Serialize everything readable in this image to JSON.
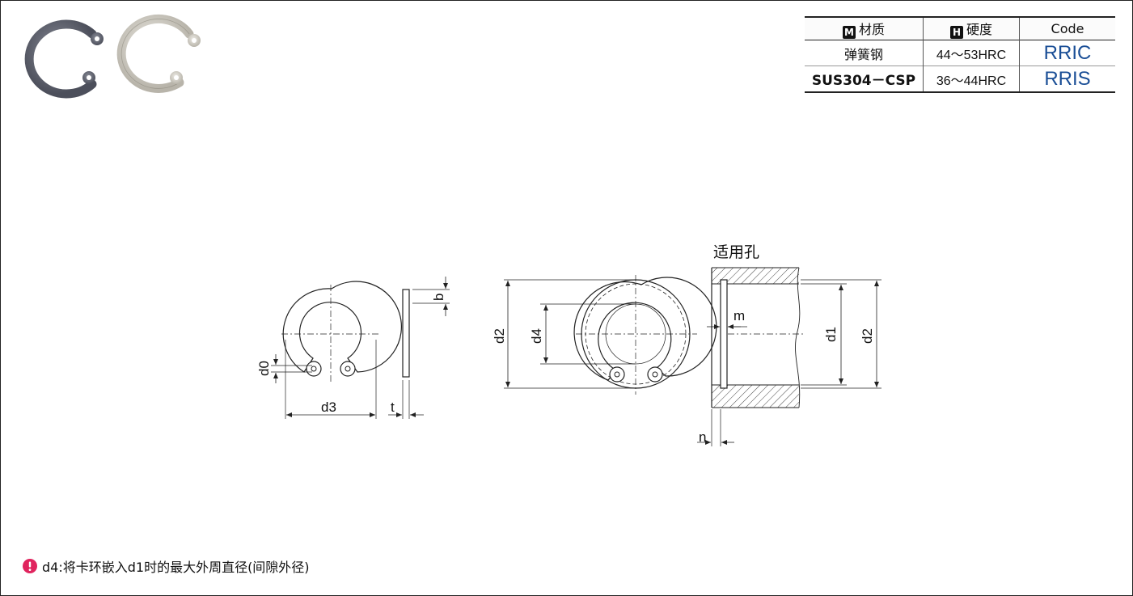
{
  "spec_table": {
    "headers": {
      "material": {
        "badge": "M",
        "label": "材质"
      },
      "hardness": {
        "badge": "H",
        "label": "硬度"
      },
      "code": {
        "label": "Code"
      }
    },
    "rows": [
      {
        "material": "弹簧钢",
        "hardness": "44～53HRC",
        "code": "RRIC"
      },
      {
        "material": "SUS304－CSP",
        "hardness": "36～44HRC",
        "code": "RRIS"
      }
    ]
  },
  "drawing": {
    "hole_title": "适用孔",
    "labels": {
      "d0": "d0",
      "d3": "d3",
      "t": "t",
      "b": "b",
      "d2": "d2",
      "d4": "d4",
      "m": "m",
      "d1": "d1",
      "n": "n"
    }
  },
  "note": {
    "icon": "warning-icon",
    "text": "d4:将卡环嵌入d1时的最大外周直径(间隙外径)"
  },
  "colors": {
    "code_blue": "#1a4e96",
    "note_icon": "#e0245e",
    "ring_dark": "#5f6270",
    "ring_light": "#c9c6bd"
  }
}
